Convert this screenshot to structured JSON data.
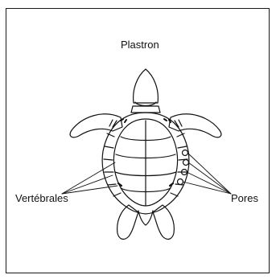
{
  "figure": {
    "labels": {
      "top": "Plastron",
      "left": "Vertébrales",
      "right": "Pores"
    },
    "colors": {
      "ink": "#111111",
      "background": "#ffffff"
    }
  }
}
